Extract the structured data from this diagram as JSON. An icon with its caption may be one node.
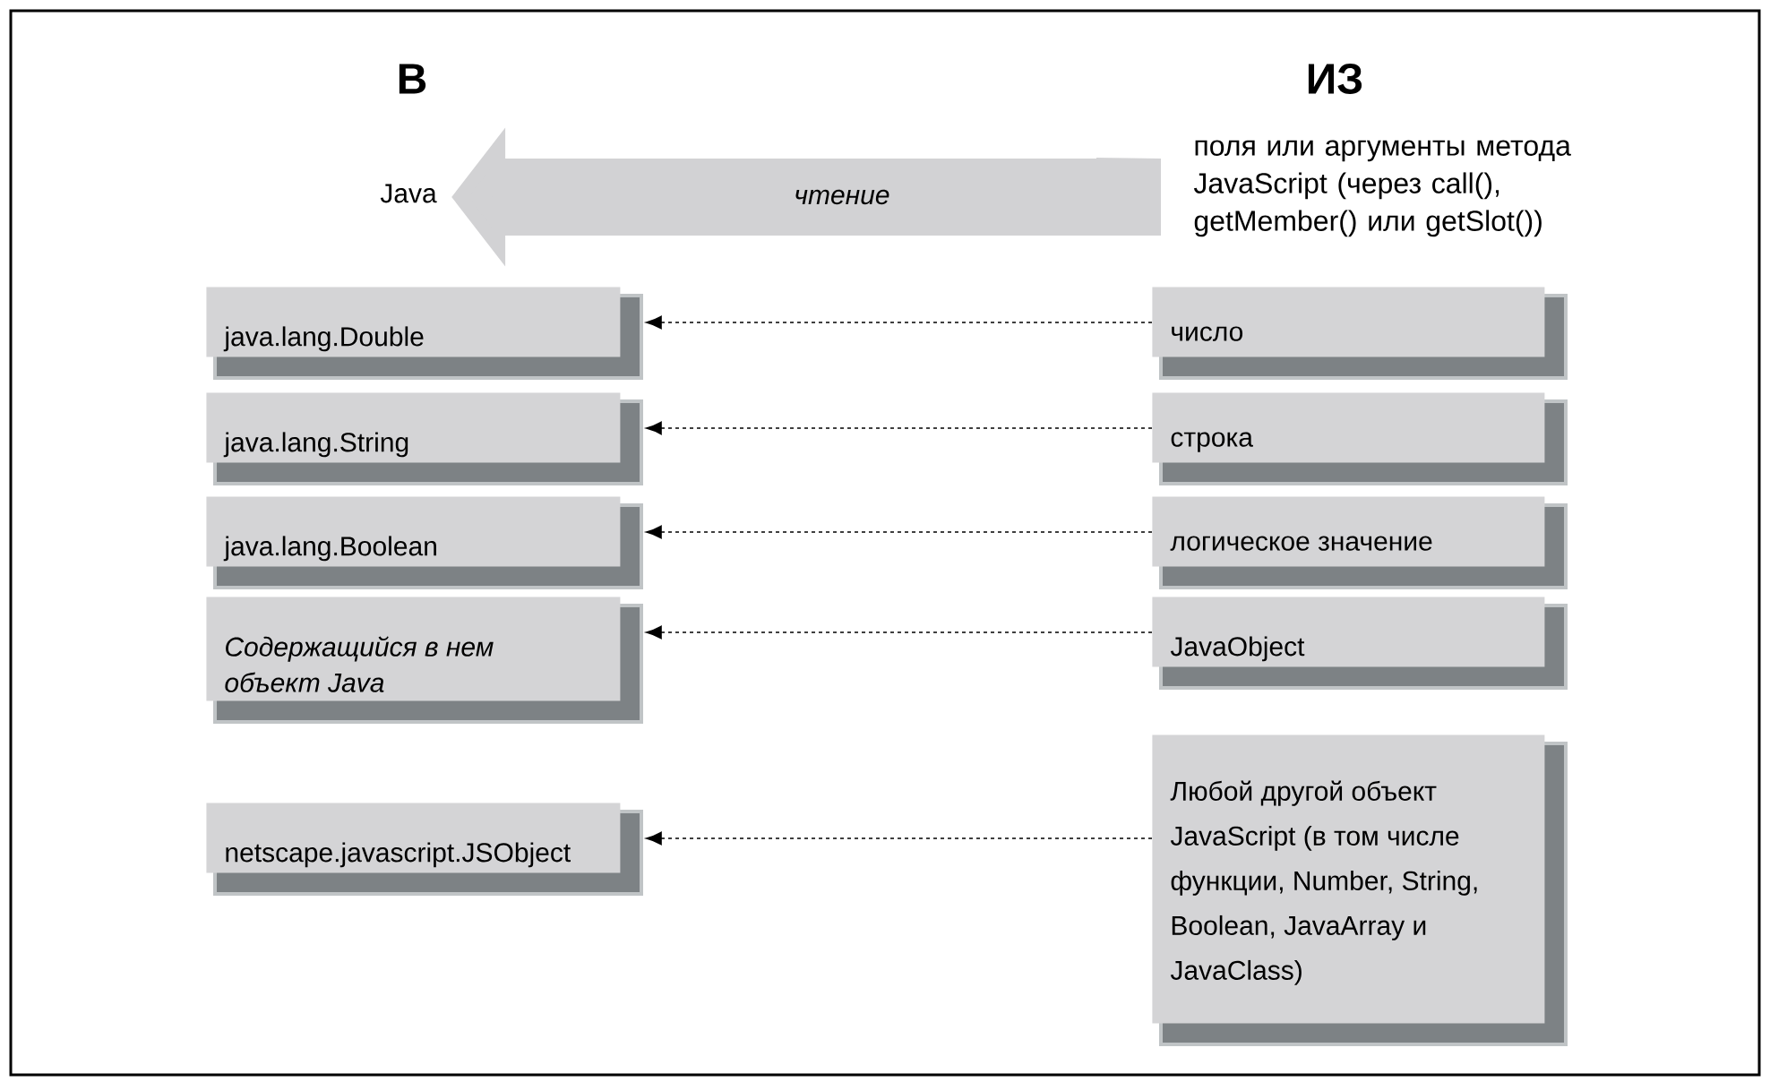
{
  "diagram": {
    "nodes": [
      {
        "text": [
          "Java"
        ]
      },
      {
        "text": [
          "поля или аргументы метода JavaScript (через call(), getMember() или getSlot())"
        ]
      },
      {
        "text": [
          "java.lang.Double"
        ]
      },
      {
        "text": [
          "число"
        ]
      },
      {
        "text": [
          "java.lang.String"
        ]
      },
      {
        "text": [
          "строка"
        ]
      },
      {
        "text": [
          "java.lang.Boolean"
        ]
      },
      {
        "text": [
          "логическое значение"
        ]
      },
      {
        "text": [
          "Содержащийся в нем объект Java"
        ]
      },
      {
        "text": [
          "JavaObject"
        ]
      },
      {
        "text": [
          "netscape.javascript.JSObject"
        ]
      },
      {
        "text": [
          "Любой другой объект JavaScript (в том числе функции, Number, String, Boolean, JavaArray и JavaClass)"
        ]
      }
    ],
    "edges": [
      {
        "from": 1,
        "to": 0,
        "arrow": "to",
        "label": "чтение",
        "style": "thick",
        "color": "#d2d2d4"
      },
      {
        "from": 3,
        "to": 2,
        "arrow": "to",
        "style": "dashed"
      },
      {
        "from": 5,
        "to": 4,
        "arrow": "to",
        "style": "dashed"
      },
      {
        "from": 7,
        "to": 6,
        "arrow": "to",
        "style": "dashed"
      },
      {
        "from": 9,
        "to": 8,
        "arrow": "to",
        "style": "dashed"
      },
      {
        "from": 11,
        "to": 10,
        "arrow": "to",
        "style": "dashed"
      }
    ],
    "labels": [
      "В",
      "ИЗ"
    ]
  }
}
